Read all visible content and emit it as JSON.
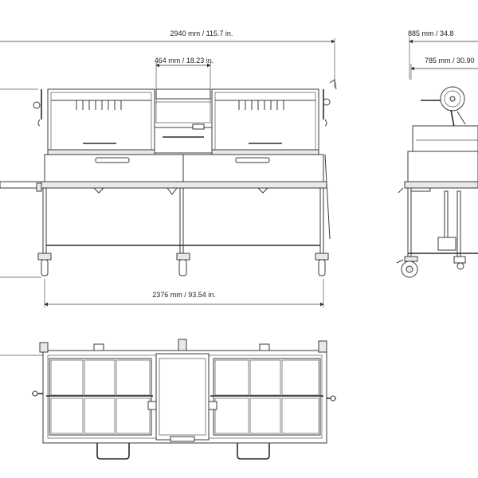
{
  "drawing": {
    "dimensions": {
      "overall_length": "2940 mm / 115.7 in.",
      "center_width": "464 mm / 18.23 in.",
      "wheelbase": "2376 mm / 93.54 in.",
      "overall_depth": "885 mm / 34.8",
      "inner_depth": "785 mm / 30.90"
    }
  }
}
